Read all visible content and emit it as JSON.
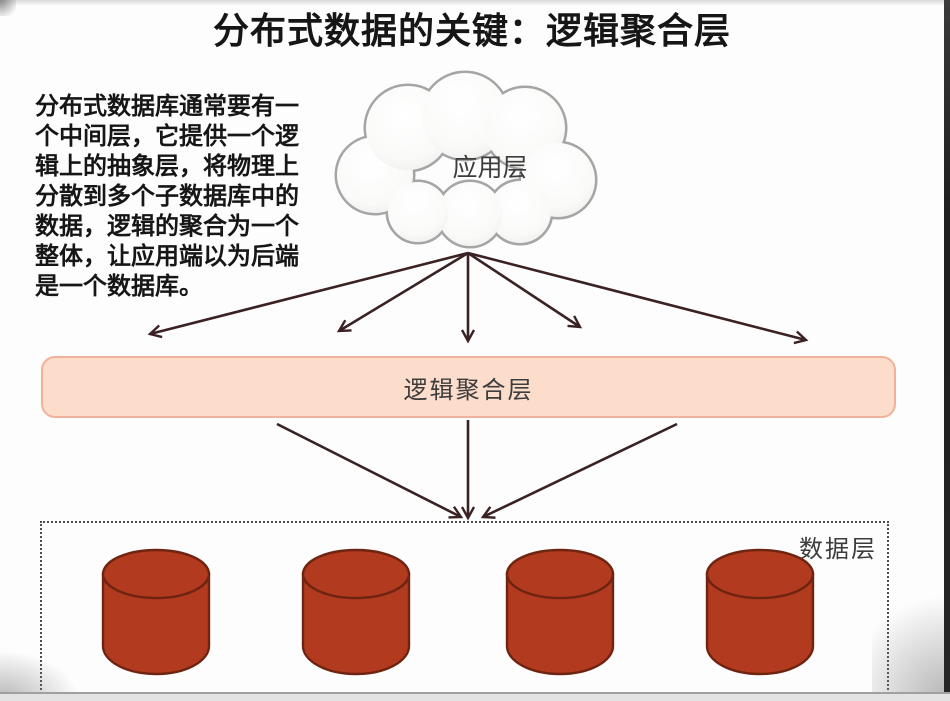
{
  "title": "分布式数据的关键：逻辑聚合层",
  "description": {
    "full_text": "分布式数据库通常要有一个中间层，它提供一个逻辑上的抽象层，将物理上分散到多个子数据库中的数据，逻辑的聚合为一个整体，让应用端以为后端是一个数据库。",
    "lines": [
      "分布式数据库通常要有一",
      "个中间层，它提供一个逻",
      "辑上的抽象层，将物理上",
      "分散到多个子数据库中的",
      "数据，逻辑的聚合为一个",
      "整体，让应用端以为后端",
      "是一个数据库。"
    ]
  },
  "layers": {
    "application": {
      "label": "应用层",
      "shape": "cloud"
    },
    "aggregation": {
      "label": "逻辑聚合层",
      "shape": "rounded-rectangle"
    },
    "data": {
      "label": "数据层",
      "shape": "dotted-box",
      "database_count": 4
    }
  },
  "arrows": {
    "cloud_to_aggregation_count": 5,
    "aggregation_to_data_count": 3
  },
  "colors": {
    "arrow": "#3a2223",
    "aggregation_fill": "#fcdccb",
    "aggregation_border": "#f0b29b",
    "database_fill": "#b23a1e",
    "database_stroke": "#6e2410",
    "cloud_stroke": "#a5a5a5",
    "cloud_fill": "#fbfbfa",
    "text_dark": "#161616",
    "label_gray": "#3c3c3c",
    "dotted_border": "#4c4c4c"
  }
}
